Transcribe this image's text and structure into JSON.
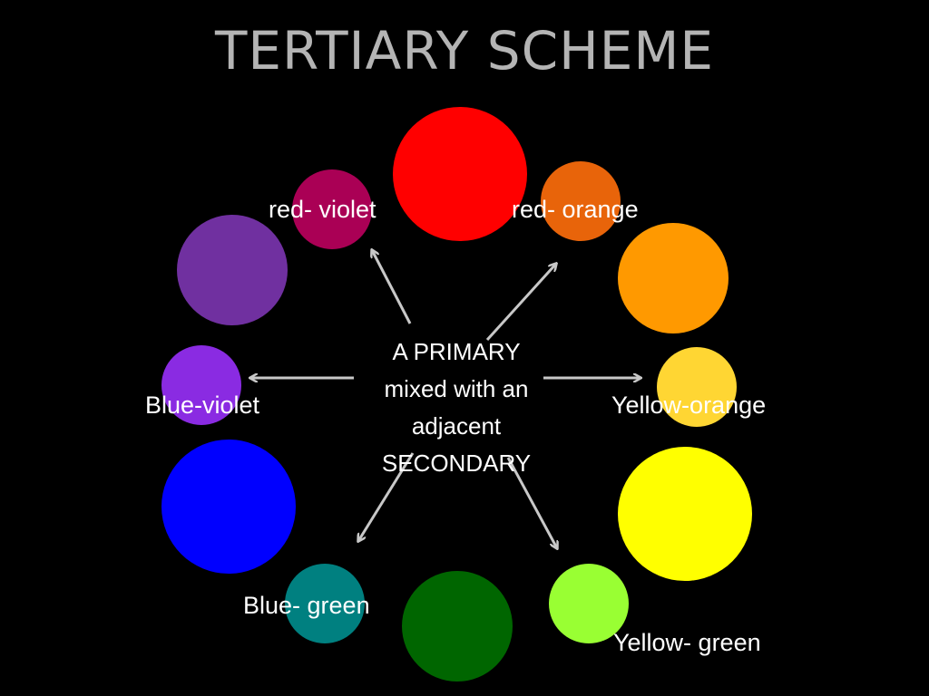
{
  "title": "TERTIARY SCHEME",
  "center_text": [
    "A PRIMARY",
    "mixed with an",
    "adjacent",
    "SECONDARY"
  ],
  "colors": {
    "background": "#000000",
    "title": "#b4b4b4",
    "label": "#ffffff",
    "arrow": "#c8c8c8",
    "red": "#ff0000",
    "red_orange": "#e8640a",
    "orange": "#ff9900",
    "yellow_orange": "#ffd633",
    "yellow": "#ffff00",
    "yellow_green": "#99ff33",
    "green": "#006600",
    "blue_green": "#008080",
    "blue": "#0000ff",
    "blue_violet": "#8a2be2",
    "violet": "#7030a0",
    "red_violet": "#aa0055"
  },
  "labels": {
    "red_violet": "red- violet",
    "red_orange": "red- orange",
    "blue_violet": "Blue-violet",
    "yellow_orange": "Yellow-orange",
    "blue_green": "Blue- green",
    "yellow_green": "Yellow- green"
  }
}
